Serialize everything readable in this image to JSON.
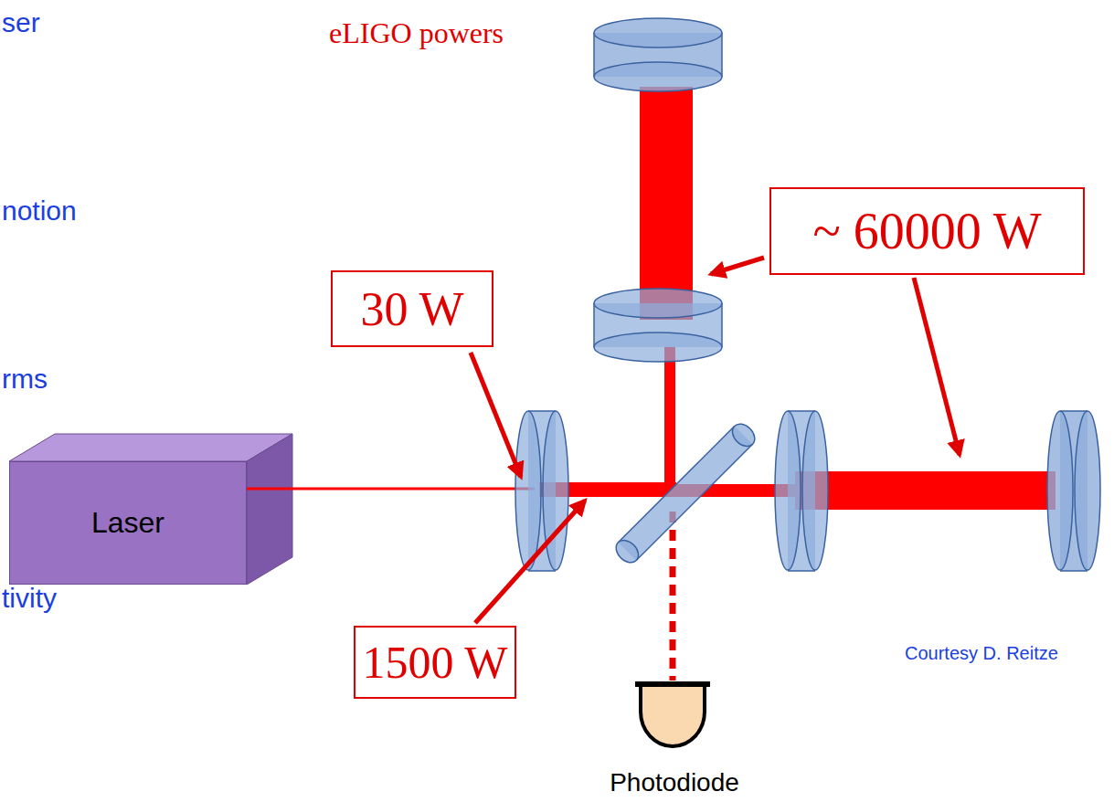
{
  "diagram": {
    "title": "eLIGO powers",
    "nodes": [
      {
        "text": [
          "~ 60000 W"
        ]
      },
      {
        "text": [
          "30 W"
        ]
      },
      {
        "text": [
          "Laser"
        ]
      },
      {
        "text": [
          "1500 W"
        ]
      },
      {
        "text": [
          "Photodiode"
        ]
      }
    ],
    "labels": [
      "ser",
      "notion",
      "rms",
      "tivity",
      "Courtesy D. Reitze"
    ]
  }
}
